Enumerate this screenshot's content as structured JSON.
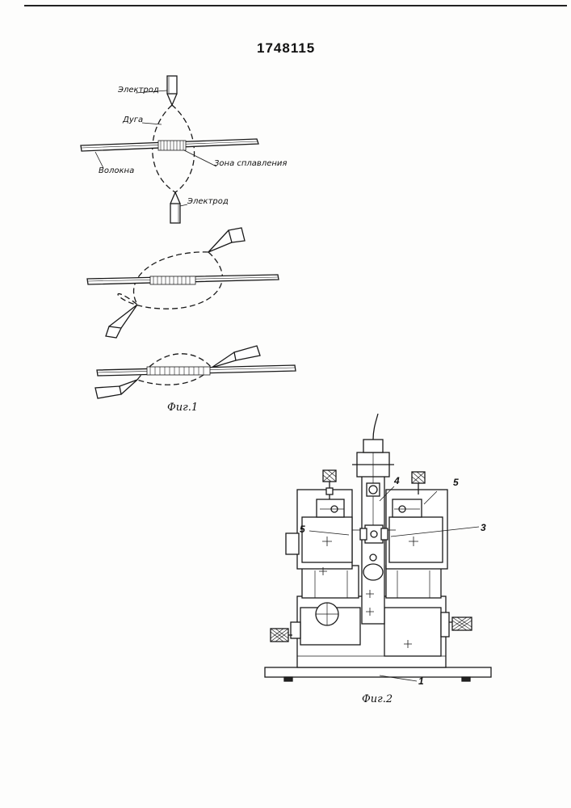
{
  "document": {
    "patent_number": "1748115"
  },
  "fig1": {
    "label_electrode_top": "Электрод",
    "label_arc": "Дуга",
    "label_fibers": "Волокна",
    "label_fusion_zone": "Зона сплавления",
    "label_electrode_bottom": "Электрод",
    "caption": "Фиг.1"
  },
  "fig2": {
    "ref_1": "1",
    "ref_3": "3",
    "ref_4": "4",
    "ref_5_left": "5",
    "ref_5_right": "5",
    "caption": "Фиг.2"
  }
}
